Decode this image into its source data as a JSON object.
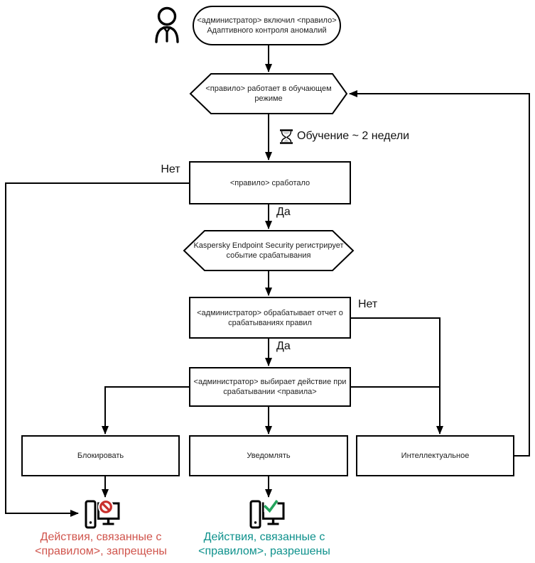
{
  "diagram": {
    "start_event": {
      "line1": "<администратор> включил <правило>",
      "line2": "Адаптивного контроля аномалий"
    },
    "training_mode": {
      "line1": "<правило> работает в обучающем",
      "line2": "режиме"
    },
    "training_duration": "Обучение ~ 2 недели",
    "rule_triggered": "<правило> сработало",
    "security_registers": {
      "line1": "Kaspersky Endpoint Security регистрирует",
      "line2": "событие срабатывания"
    },
    "admin_report": {
      "line1": "<администратор> обрабатывает отчет о",
      "line2": "срабатываниях правил"
    },
    "admin_action": {
      "line1": "<администратор> выбирает действие при",
      "line2": "срабатывании <правила>"
    },
    "action_block": "Блокировать",
    "action_notify": "Уведомлять",
    "action_smart": "Интеллектуальное",
    "labels": {
      "no_rule": "Нет",
      "yes_rule": "Да",
      "no_report": "Нет",
      "yes_report": "Да"
    },
    "result_blocked": {
      "line1": "Действия, связанные с",
      "line2": "<правилом>, запрещены"
    },
    "result_allowed": {
      "line1": "Действия, связанные с",
      "line2": "<правилом>, разрешены"
    },
    "colors": {
      "blocked_text": "#D0544C",
      "allowed_text": "#0E918C",
      "prohibit_sign": "#C9302C",
      "check_sign": "#23A45C",
      "line": "#000000"
    }
  }
}
